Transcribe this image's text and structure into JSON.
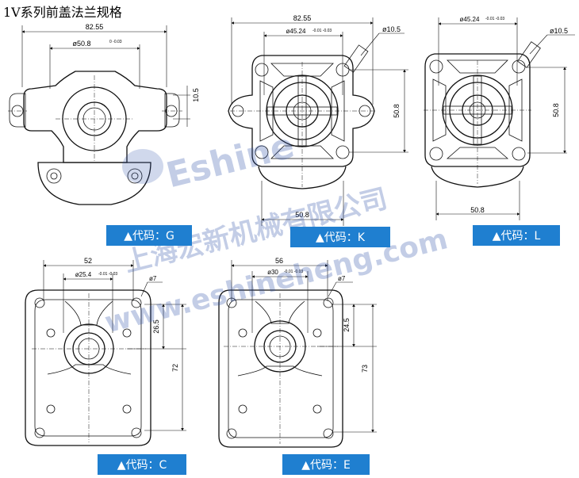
{
  "title": "1V系列前盖法兰规格",
  "watermark": {
    "company": "上海宏新机械有限公司",
    "brand": "Eshine",
    "url": "www.eshineheng.com"
  },
  "flanges": {
    "G": {
      "code_label": "▲代码：G",
      "dims": {
        "width": "82.55",
        "pilot": "ø50.8",
        "pilot_tol": "0 -0.03",
        "offset": "10.5"
      }
    },
    "K": {
      "code_label": "▲代码：K",
      "dims": {
        "width": "82.55",
        "pilot": "ø45.24",
        "pilot_tol": "-0.01 -0.03",
        "hole": "ø10.5",
        "height": "50.8",
        "bottom": "50.8"
      }
    },
    "L": {
      "code_label": "▲代码：L",
      "dims": {
        "pilot": "ø45.24",
        "pilot_tol": "-0.01 -0.03",
        "hole": "ø10.5",
        "height": "50.8",
        "bottom": "50.8"
      }
    },
    "C": {
      "code_label": "▲代码：C",
      "dims": {
        "width": "52",
        "pilot": "ø25.4",
        "pilot_tol": "-0.01 -0.03",
        "hole": "ø7",
        "offset": "26.5",
        "height": "72"
      }
    },
    "E": {
      "code_label": "▲代码：E",
      "dims": {
        "width": "56",
        "pilot": "ø30",
        "pilot_tol": "-0.01 -0.03",
        "hole": "ø7",
        "offset": "24.5",
        "height": "73"
      }
    }
  },
  "colors": {
    "badge": "#1f7fd0",
    "watermark": "#2a4fa8"
  }
}
